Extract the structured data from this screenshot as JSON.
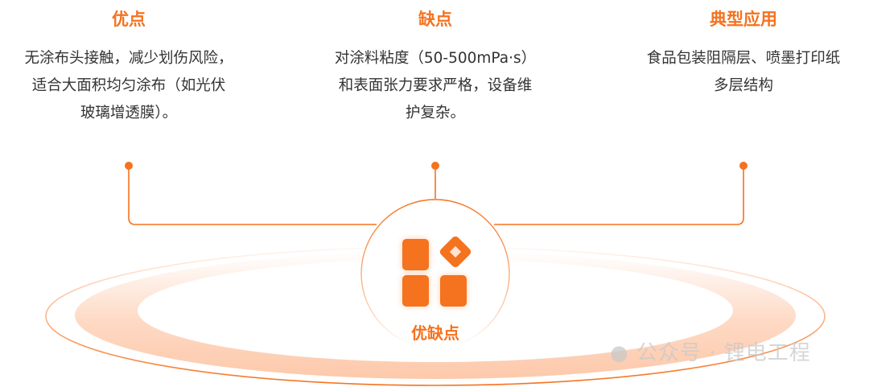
{
  "columns": [
    {
      "title": "优点",
      "lines": [
        "无涂布头接触，减少划伤风险，",
        "适合大面积均匀涂布（如光伏",
        "玻璃增透膜）。"
      ]
    },
    {
      "title": "缺点",
      "lines": [
        "对涂料粘度（50-500mPa·s）",
        "和表面张力要求严格，设备维",
        "护复杂。"
      ]
    },
    {
      "title": "典型应用",
      "lines": [
        "食品包装阻隔层、喷墨打印纸",
        "多层结构"
      ]
    }
  ],
  "center": {
    "label": "优缺点",
    "icon": "apps-grid-icon"
  },
  "watermark": "公众号 · 锂电工程",
  "colors": {
    "accent": "#f5721f",
    "band": "#fdc9ab"
  }
}
